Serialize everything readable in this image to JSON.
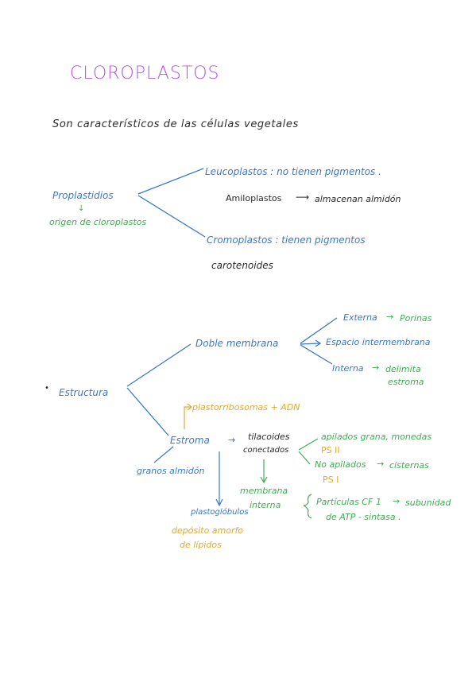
{
  "title": "CLOROPLASTOS",
  "subtitle": "Son característicos de las células vegetales",
  "colors": {
    "title": "#b05ad8",
    "ink": "#2b2b2b",
    "blue": "#3a78c9",
    "green": "#3fae52",
    "orange": "#e2a92a"
  },
  "section1": {
    "root": "Proplastidios",
    "root_arrow": "↓",
    "root_note": "origen de cloroplastos",
    "branch_a": "Leucoplastos : no tienen pigmentos .",
    "branch_a_sub_1": "Amiloplastos",
    "branch_a_sub_arrow": "⟶",
    "branch_a_sub_2": "almacenan almidón",
    "branch_b": "Cromoplastos : tienen pigmentos",
    "branch_b_sub": "carotenoides"
  },
  "section2": {
    "bullet": "•",
    "root": "Estructura",
    "doble_membrana": "Doble membrana",
    "externa": "Externa",
    "externa_arrow": "→",
    "porinas": "Porinas",
    "espacio": "Espacio intermembrana",
    "interna": "Interna",
    "interna_arrow": "→",
    "delimita_1": "delimita",
    "delimita_2": "estroma",
    "plastorribosomas": "plastorribosomas + ADN",
    "estroma": "Estroma",
    "estroma_arrow": "→",
    "tilacoides_1": "tilacoides",
    "tilacoides_2": "conectados",
    "apilados": "apilados grana, monedas",
    "psii": "PS II",
    "no_apilados": "No apilados",
    "no_apilados_arrow": "→",
    "cisternas": "cisternas",
    "psi": "PS I",
    "granos_almidon": "granos almidón",
    "membrana_1": "membrana",
    "membrana_2": "interna",
    "particulas": "Partículas CF 1",
    "particulas_arrow": "→",
    "subunidad": "subunidad",
    "atp_sintasa": "de ATP - sintasa .",
    "plastoglobulos": "plastoglóbulos",
    "deposito_1": "depósito amorfo",
    "deposito_2": "de lípidos"
  }
}
